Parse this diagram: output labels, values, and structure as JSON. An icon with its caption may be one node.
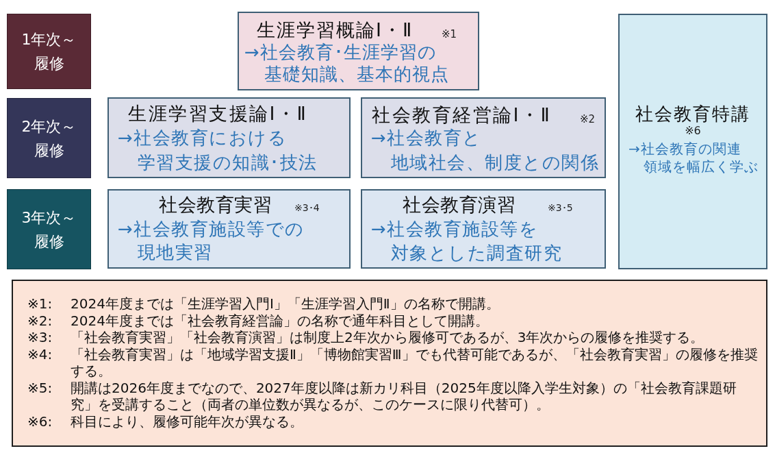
{
  "diagram": {
    "nodes": [
      {
        "text": [
          "1年次～履修"
        ]
      },
      {
        "text": [
          "2年次～履修"
        ]
      },
      {
        "text": [
          "3年次～履修"
        ]
      },
      {
        "text": [
          "生涯学習概論Ⅰ・Ⅱ",
          "※1",
          "→社会教育･生涯学習の基礎知識、基本的視点"
        ]
      },
      {
        "text": [
          "生涯学習支援論Ⅰ・Ⅱ",
          "→社会教育における学習支援の知識･技法"
        ]
      },
      {
        "text": [
          "社会教育経営論Ⅰ・Ⅱ",
          "※2",
          "→社会教育と地域社会、制度との関係"
        ]
      },
      {
        "text": [
          "社会教育実習",
          "※3･4",
          "→社会教育施設等での現地実習"
        ]
      },
      {
        "text": [
          "社会教育演習",
          "※3･5",
          "→社会教育施設等を対象とした調査研究"
        ]
      },
      {
        "text": [
          "社会教育特講",
          "※6",
          "→社会教育の関連領域を幅広く学ぶ"
        ]
      },
      {
        "text": [
          "※1:",
          "2024年度までは「生涯学習入門Ⅰ」「生涯学習入門Ⅱ」の名称で開講。",
          "※2:",
          "2024年度までは「社会教育経営論」の名称で通年科目として開講。",
          "※3:",
          "「社会教育実習」「社会教育演習」は制度上2年次から履修可であるが、3年次からの履修を推奨する。",
          "※4:",
          "「社会教育実習」は「地域学習支援Ⅱ」「博物館実習Ⅲ」でも代替可能であるが、「社会教育実習」の履修を推奨する。",
          "※5:",
          "開講は2026年度までなので、2027年度以降は新カリ科目（2025年度以降入学生対象）の「社会教育課題研究」を受講すること（両者の単位数が異なるが、このケースに限り代替可）。",
          "※6:",
          "科目により、履修可能年次が異なる。"
        ]
      }
    ]
  }
}
